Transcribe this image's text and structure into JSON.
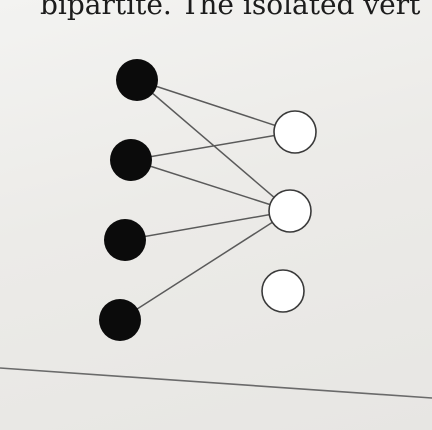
{
  "caption": {
    "text": "bipartite. The isolated vert"
  },
  "graph": {
    "left_vertices": [
      {
        "id": "L1",
        "fill": "#0b0b0b"
      },
      {
        "id": "L2",
        "fill": "#0b0b0b"
      },
      {
        "id": "L3",
        "fill": "#0b0b0b"
      },
      {
        "id": "L4",
        "fill": "#0b0b0b"
      }
    ],
    "right_vertices": [
      {
        "id": "R1",
        "fill": "#ffffff"
      },
      {
        "id": "R2",
        "fill": "#ffffff"
      },
      {
        "id": "R3",
        "fill": "#ffffff"
      }
    ],
    "edges": [
      [
        "L1",
        "R1"
      ],
      [
        "L1",
        "R2"
      ],
      [
        "L2",
        "R1"
      ],
      [
        "L2",
        "R2"
      ],
      [
        "L3",
        "R2"
      ],
      [
        "L4",
        "R2"
      ]
    ],
    "colors": {
      "edge": "#5a5a5a",
      "outline": "#3a3a3a",
      "rule": "#6a6a6a"
    }
  }
}
